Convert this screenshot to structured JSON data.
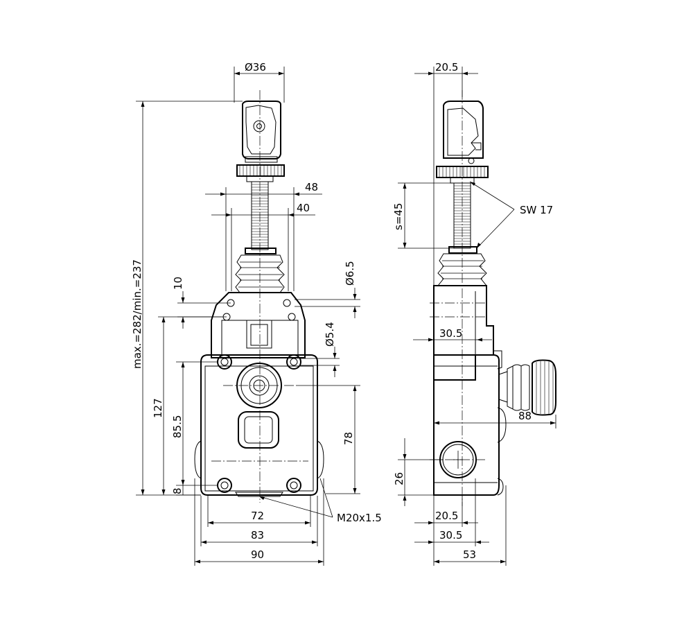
{
  "front_view": {
    "dims": {
      "knob_diameter": "Ø36",
      "width_48": "48",
      "width_40": "40",
      "hole_diameter": "Ø6.5",
      "hole_diameter_2": "Ø5.4",
      "height_total": "max.=282/min.=237",
      "height_10": "10",
      "height_127": "127",
      "height_85_5": "85.5",
      "height_8": "8",
      "height_78": "78",
      "width_72": "72",
      "width_83": "83",
      "width_90": "90",
      "thread": "M20x1.5"
    }
  },
  "side_view": {
    "dims": {
      "top_20_5": "20.5",
      "stroke": "s=45",
      "wrench": "SW 17",
      "depth_30_5_top": "30.5",
      "depth_88": "88",
      "height_26": "26",
      "bottom_20_5": "20.5",
      "bottom_30_5": "30.5",
      "bottom_53": "53"
    }
  }
}
